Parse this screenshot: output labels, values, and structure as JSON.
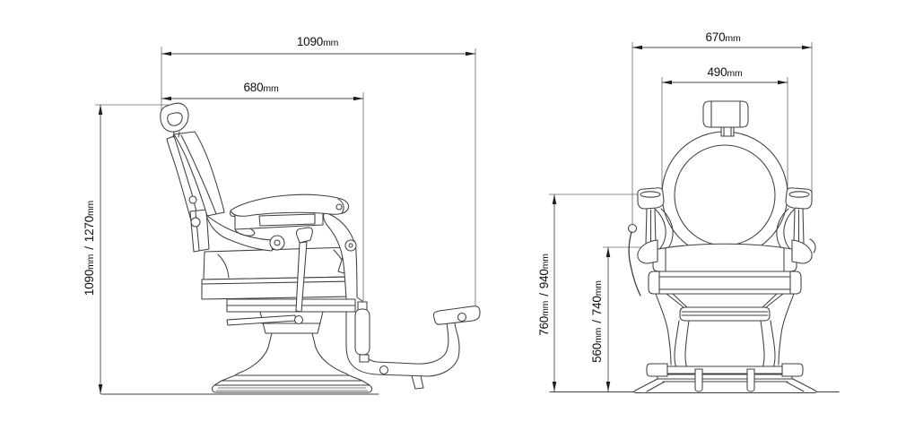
{
  "drawing": {
    "unit": "mm",
    "separator": "/",
    "colors": {
      "background": "#ffffff",
      "line": "#3f3f3f",
      "dimension_line": "#4a4a4a",
      "text": "#101010"
    },
    "side_view": {
      "overall_depth": "1090",
      "upper_depth": "680",
      "height_min": "1090",
      "height_max": "1270"
    },
    "front_view": {
      "overall_width": "670",
      "backrest_width": "490",
      "armrest_height_min": "760",
      "armrest_height_max": "940",
      "seat_height_min": "560",
      "seat_height_max": "740"
    }
  }
}
